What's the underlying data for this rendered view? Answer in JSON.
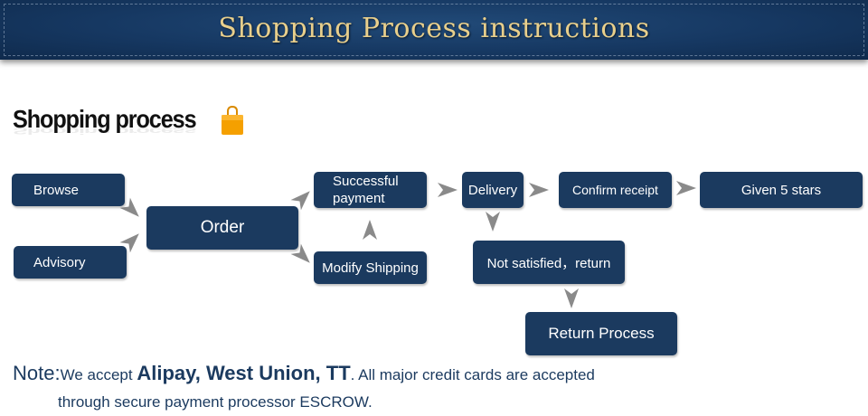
{
  "banner": {
    "title": "Shopping Process instructions"
  },
  "section": {
    "title": "Shopping process",
    "icon": "shopping-bag-icon"
  },
  "flow": {
    "browse": "Browse",
    "advisory": "Advisory",
    "order": "Order",
    "payment": "Successful payment",
    "modify": "Modify Shipping",
    "delivery": "Delivery",
    "confirm": "Confirm receipt",
    "stars": "Given 5 stars",
    "not_satisfied": "Not satisfied，return",
    "return_process": "Return Process"
  },
  "note": {
    "label": "Note:",
    "text_before": "We accept ",
    "highlight": "Alipay, West Union, TT",
    "text_after": ". All major credit cards are accepted",
    "line2": "through secure payment processor ESCROW."
  },
  "colors": {
    "box": "#1b3a5f",
    "arrow": "#8a8a8a",
    "banner_text": "#e8cf8c",
    "banner_bg": "#163862"
  }
}
